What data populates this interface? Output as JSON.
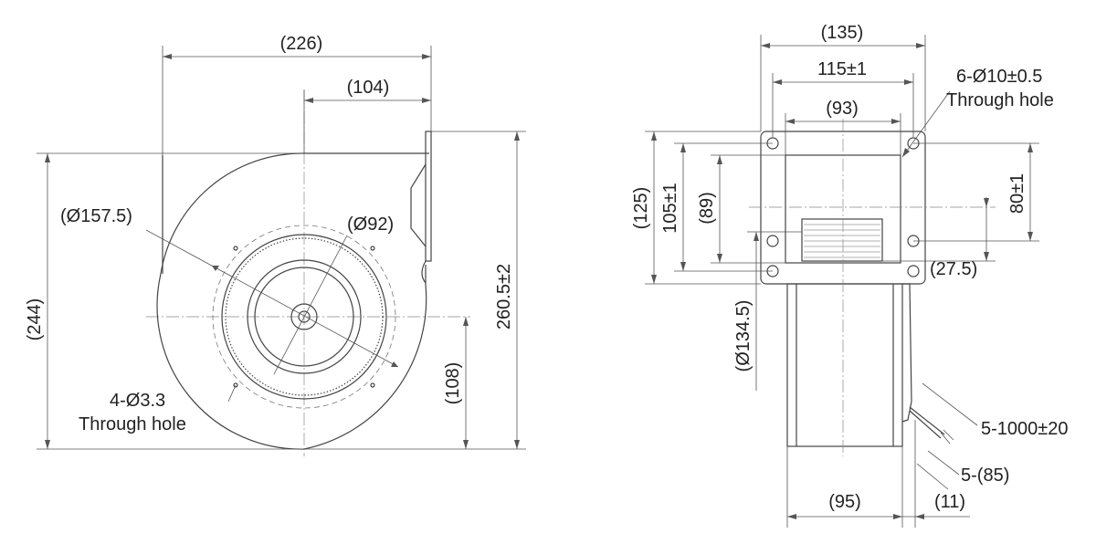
{
  "front_view": {
    "dim_width_226": "(226)",
    "dim_width_104": "(104)",
    "dim_dia_157_5": "(Ø157.5)",
    "dim_dia_92": "(Ø92)",
    "dim_height_244": "(244)",
    "dim_height_260_5": "260.5±2",
    "dim_height_108": "(108)",
    "hole_callout_line1": "4-Ø3.3",
    "hole_callout_line2": "Through hole"
  },
  "side_view": {
    "dim_width_135": "(135)",
    "dim_width_115": "115±1",
    "dim_width_93": "(93)",
    "hole_callout_line1": "6-Ø10±0.5",
    "hole_callout_line2": "Through hole",
    "dim_height_125": "(125)",
    "dim_height_105": "105±1",
    "dim_height_89": "(89)",
    "dim_height_80": "80±1",
    "dim_27_5": "(27.5)",
    "dim_dia_134_5": "(Ø134.5)",
    "cable_length": "5-1000±20",
    "strip_length": "5-(85)",
    "dim_width_95": "(95)",
    "dim_width_11": "(11)"
  },
  "colors": {
    "line": "#555555",
    "text": "#222222",
    "background": "#ffffff"
  }
}
